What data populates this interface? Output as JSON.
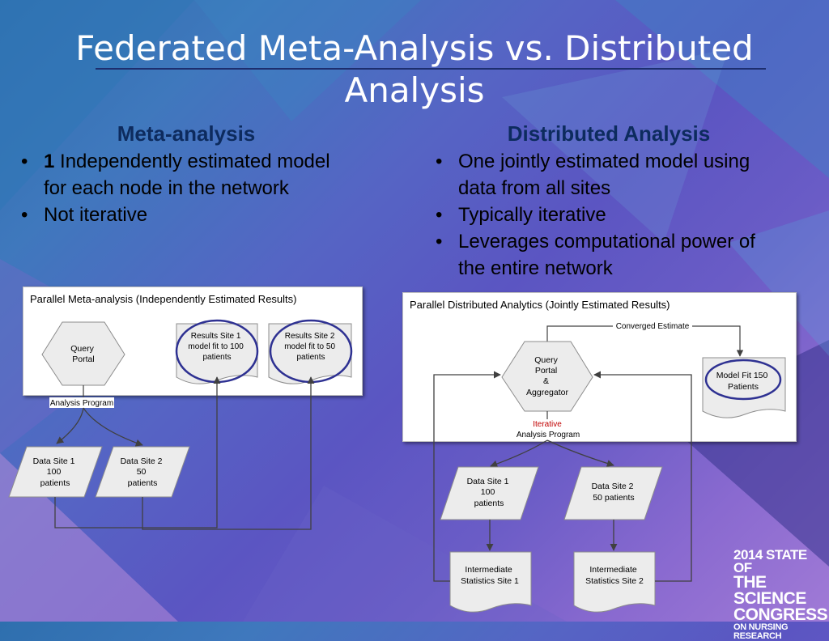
{
  "slide": {
    "title": "Federated Meta-Analysis vs. Distributed Analysis"
  },
  "left": {
    "heading": "Meta-analysis",
    "bullets": [
      {
        "bold": "1",
        "text": " Independently estimated model for each node in the network"
      },
      {
        "bold": "",
        "text": "Not iterative"
      }
    ]
  },
  "right": {
    "heading": "Distributed Analysis",
    "bullets": [
      {
        "text": "One jointly estimated model using data from all sites"
      },
      {
        "text": "Typically iterative"
      },
      {
        "text": "Leverages computational power of the entire network"
      }
    ]
  },
  "diagram_left": {
    "panel_title": "Parallel Meta-analysis (Independently Estimated Results)",
    "query_portal": [
      "Query",
      "Portal"
    ],
    "results_site1": [
      "Results Site 1",
      "model fit to 100",
      "patients"
    ],
    "results_site2": [
      "Results Site 2",
      "model fit to 50",
      "patients"
    ],
    "program_label": "Analysis Program",
    "data_site1": [
      "Data Site 1",
      "100",
      "patients"
    ],
    "data_site2": [
      "Data Site 2",
      "50",
      "patients"
    ]
  },
  "diagram_right": {
    "panel_title": "Parallel Distributed Analytics (Jointly Estimated Results)",
    "converged_label": "Converged Estimate",
    "query_portal": [
      "Query",
      "Portal",
      "&",
      "Aggregator"
    ],
    "model_fit": [
      "Model Fit 150",
      "Patients"
    ],
    "iterative_label": "Iterative",
    "program_label": "Analysis Program",
    "data_site1": [
      "Data Site 1",
      "100",
      "patients"
    ],
    "data_site2": [
      "Data Site 2",
      "50 patients"
    ],
    "stats_site1": [
      "Intermediate",
      "Statistics Site 1"
    ],
    "stats_site2": [
      "Intermediate",
      "Statistics Site 2"
    ]
  },
  "logo": {
    "line1": "2014 STATE OF",
    "line2": "THE SCIENCE",
    "line3": "CONGRESS",
    "line4": "ON NURSING RESEARCH"
  },
  "colors": {
    "heading": "#0d2b5e",
    "highlight_ring": "#2e3192",
    "iterative": "#c00000",
    "connector": "#404040"
  }
}
